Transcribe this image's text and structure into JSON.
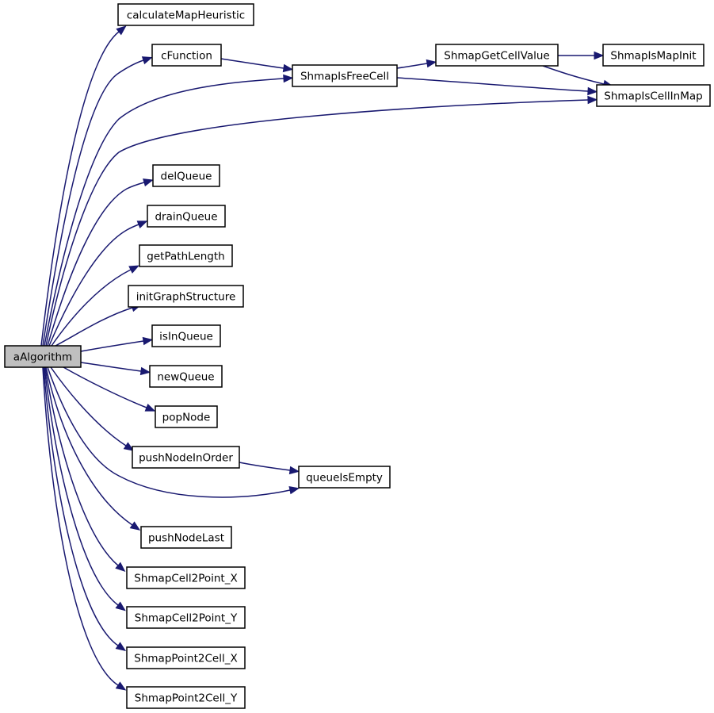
{
  "diagram": {
    "type": "call-graph",
    "colors": {
      "edge": "#191970",
      "root_fill": "#bfbfbf",
      "node_fill": "#ffffff",
      "node_border": "#000000"
    },
    "nodes": [
      {
        "id": "aAlgorithm",
        "label": "aAlgorithm",
        "root": true
      },
      {
        "id": "calculateMapHeuristic",
        "label": "calculateMapHeuristic"
      },
      {
        "id": "cFunction",
        "label": "cFunction"
      },
      {
        "id": "ShmapIsFreeCell",
        "label": "ShmapIsFreeCell"
      },
      {
        "id": "ShmapGetCellValue",
        "label": "ShmapGetCellValue"
      },
      {
        "id": "ShmapIsMapInit",
        "label": "ShmapIsMapInit"
      },
      {
        "id": "ShmapIsCellInMap",
        "label": "ShmapIsCellInMap"
      },
      {
        "id": "delQueue",
        "label": "delQueue"
      },
      {
        "id": "drainQueue",
        "label": "drainQueue"
      },
      {
        "id": "getPathLength",
        "label": "getPathLength"
      },
      {
        "id": "initGraphStructure",
        "label": "initGraphStructure"
      },
      {
        "id": "isInQueue",
        "label": "isInQueue"
      },
      {
        "id": "newQueue",
        "label": "newQueue"
      },
      {
        "id": "popNode",
        "label": "popNode"
      },
      {
        "id": "pushNodeInOrder",
        "label": "pushNodeInOrder"
      },
      {
        "id": "queueIsEmpty",
        "label": "queueIsEmpty"
      },
      {
        "id": "pushNodeLast",
        "label": "pushNodeLast"
      },
      {
        "id": "ShmapCell2Point_X",
        "label": "ShmapCell2Point_X"
      },
      {
        "id": "ShmapCell2Point_Y",
        "label": "ShmapCell2Point_Y"
      },
      {
        "id": "ShmapPoint2Cell_X",
        "label": "ShmapPoint2Cell_X"
      },
      {
        "id": "ShmapPoint2Cell_Y",
        "label": "ShmapPoint2Cell_Y"
      }
    ],
    "edges": [
      {
        "from": "aAlgorithm",
        "to": "calculateMapHeuristic"
      },
      {
        "from": "aAlgorithm",
        "to": "cFunction"
      },
      {
        "from": "aAlgorithm",
        "to": "ShmapIsFreeCell"
      },
      {
        "from": "aAlgorithm",
        "to": "ShmapIsCellInMap"
      },
      {
        "from": "aAlgorithm",
        "to": "delQueue"
      },
      {
        "from": "aAlgorithm",
        "to": "drainQueue"
      },
      {
        "from": "aAlgorithm",
        "to": "getPathLength"
      },
      {
        "from": "aAlgorithm",
        "to": "initGraphStructure"
      },
      {
        "from": "aAlgorithm",
        "to": "isInQueue"
      },
      {
        "from": "aAlgorithm",
        "to": "newQueue"
      },
      {
        "from": "aAlgorithm",
        "to": "popNode"
      },
      {
        "from": "aAlgorithm",
        "to": "pushNodeInOrder"
      },
      {
        "from": "aAlgorithm",
        "to": "queueIsEmpty"
      },
      {
        "from": "aAlgorithm",
        "to": "pushNodeLast"
      },
      {
        "from": "aAlgorithm",
        "to": "ShmapCell2Point_X"
      },
      {
        "from": "aAlgorithm",
        "to": "ShmapCell2Point_Y"
      },
      {
        "from": "aAlgorithm",
        "to": "ShmapPoint2Cell_X"
      },
      {
        "from": "aAlgorithm",
        "to": "ShmapPoint2Cell_Y"
      },
      {
        "from": "cFunction",
        "to": "ShmapIsFreeCell"
      },
      {
        "from": "ShmapIsFreeCell",
        "to": "ShmapGetCellValue"
      },
      {
        "from": "ShmapIsFreeCell",
        "to": "ShmapIsCellInMap"
      },
      {
        "from": "ShmapGetCellValue",
        "to": "ShmapIsMapInit"
      },
      {
        "from": "ShmapGetCellValue",
        "to": "ShmapIsCellInMap"
      },
      {
        "from": "pushNodeInOrder",
        "to": "queueIsEmpty"
      }
    ]
  }
}
